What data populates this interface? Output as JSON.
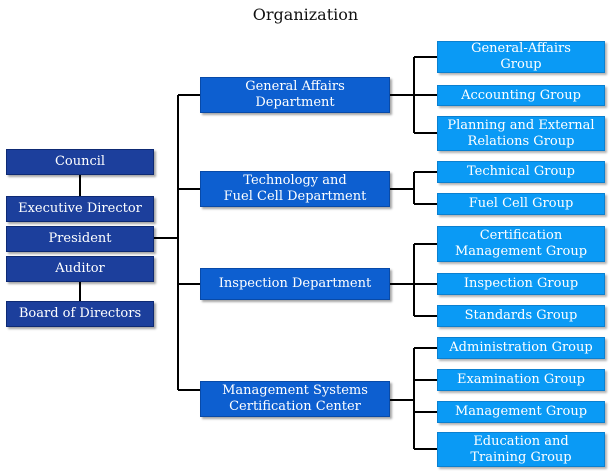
{
  "title": "Organization",
  "colors": {
    "governance": "#1c3f9c",
    "department": "#0d5fd0",
    "group": "#0a9af5",
    "line": "#000000"
  },
  "governance": {
    "council": "Council",
    "executive_director": "Executive Director",
    "president": "President",
    "auditor": "Auditor",
    "board": "Board of Directors"
  },
  "departments": [
    {
      "label": "General Affairs\nDepartment",
      "groups": [
        "General-Affairs\nGroup",
        "Accounting Group",
        "Planning and External\nRelations Group"
      ]
    },
    {
      "label": "Technology and\nFuel Cell Department",
      "groups": [
        "Technical Group",
        "Fuel Cell Group"
      ]
    },
    {
      "label": "Inspection Department",
      "groups": [
        "Certification\nManagement Group",
        "Inspection Group",
        "Standards Group"
      ]
    },
    {
      "label": "Management Systems\nCertification Center",
      "groups": [
        "Administration Group",
        "Examination Group",
        "Management Group",
        "Education and\nTraining Group"
      ]
    }
  ]
}
